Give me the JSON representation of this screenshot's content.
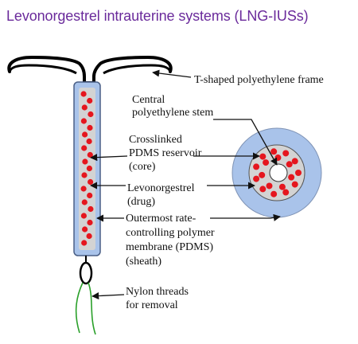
{
  "title": "Levonorgestrel intrauterine systems (LNG-IUSs)",
  "colors": {
    "title": "#6a2a9b",
    "sheath": "#a9c3ea",
    "sheath_stroke": "#4a5f86",
    "core": "#d3d3d3",
    "drug": "#e5161e",
    "thread": "#2aa02a"
  },
  "labels": {
    "frame": "T-shaped polyethylene frame",
    "stem": [
      "Central",
      "polyethylene stem"
    ],
    "core": [
      "Crosslinked",
      "PDMS reservoir",
      "(core)"
    ],
    "drug": [
      "Levonorgestrel",
      "(drug)"
    ],
    "sheath": [
      "Outermost rate-",
      "controlling polymer",
      "membrane (PDMS)",
      "(sheath)"
    ],
    "threads": [
      "Nylon threads",
      "for removal"
    ]
  }
}
